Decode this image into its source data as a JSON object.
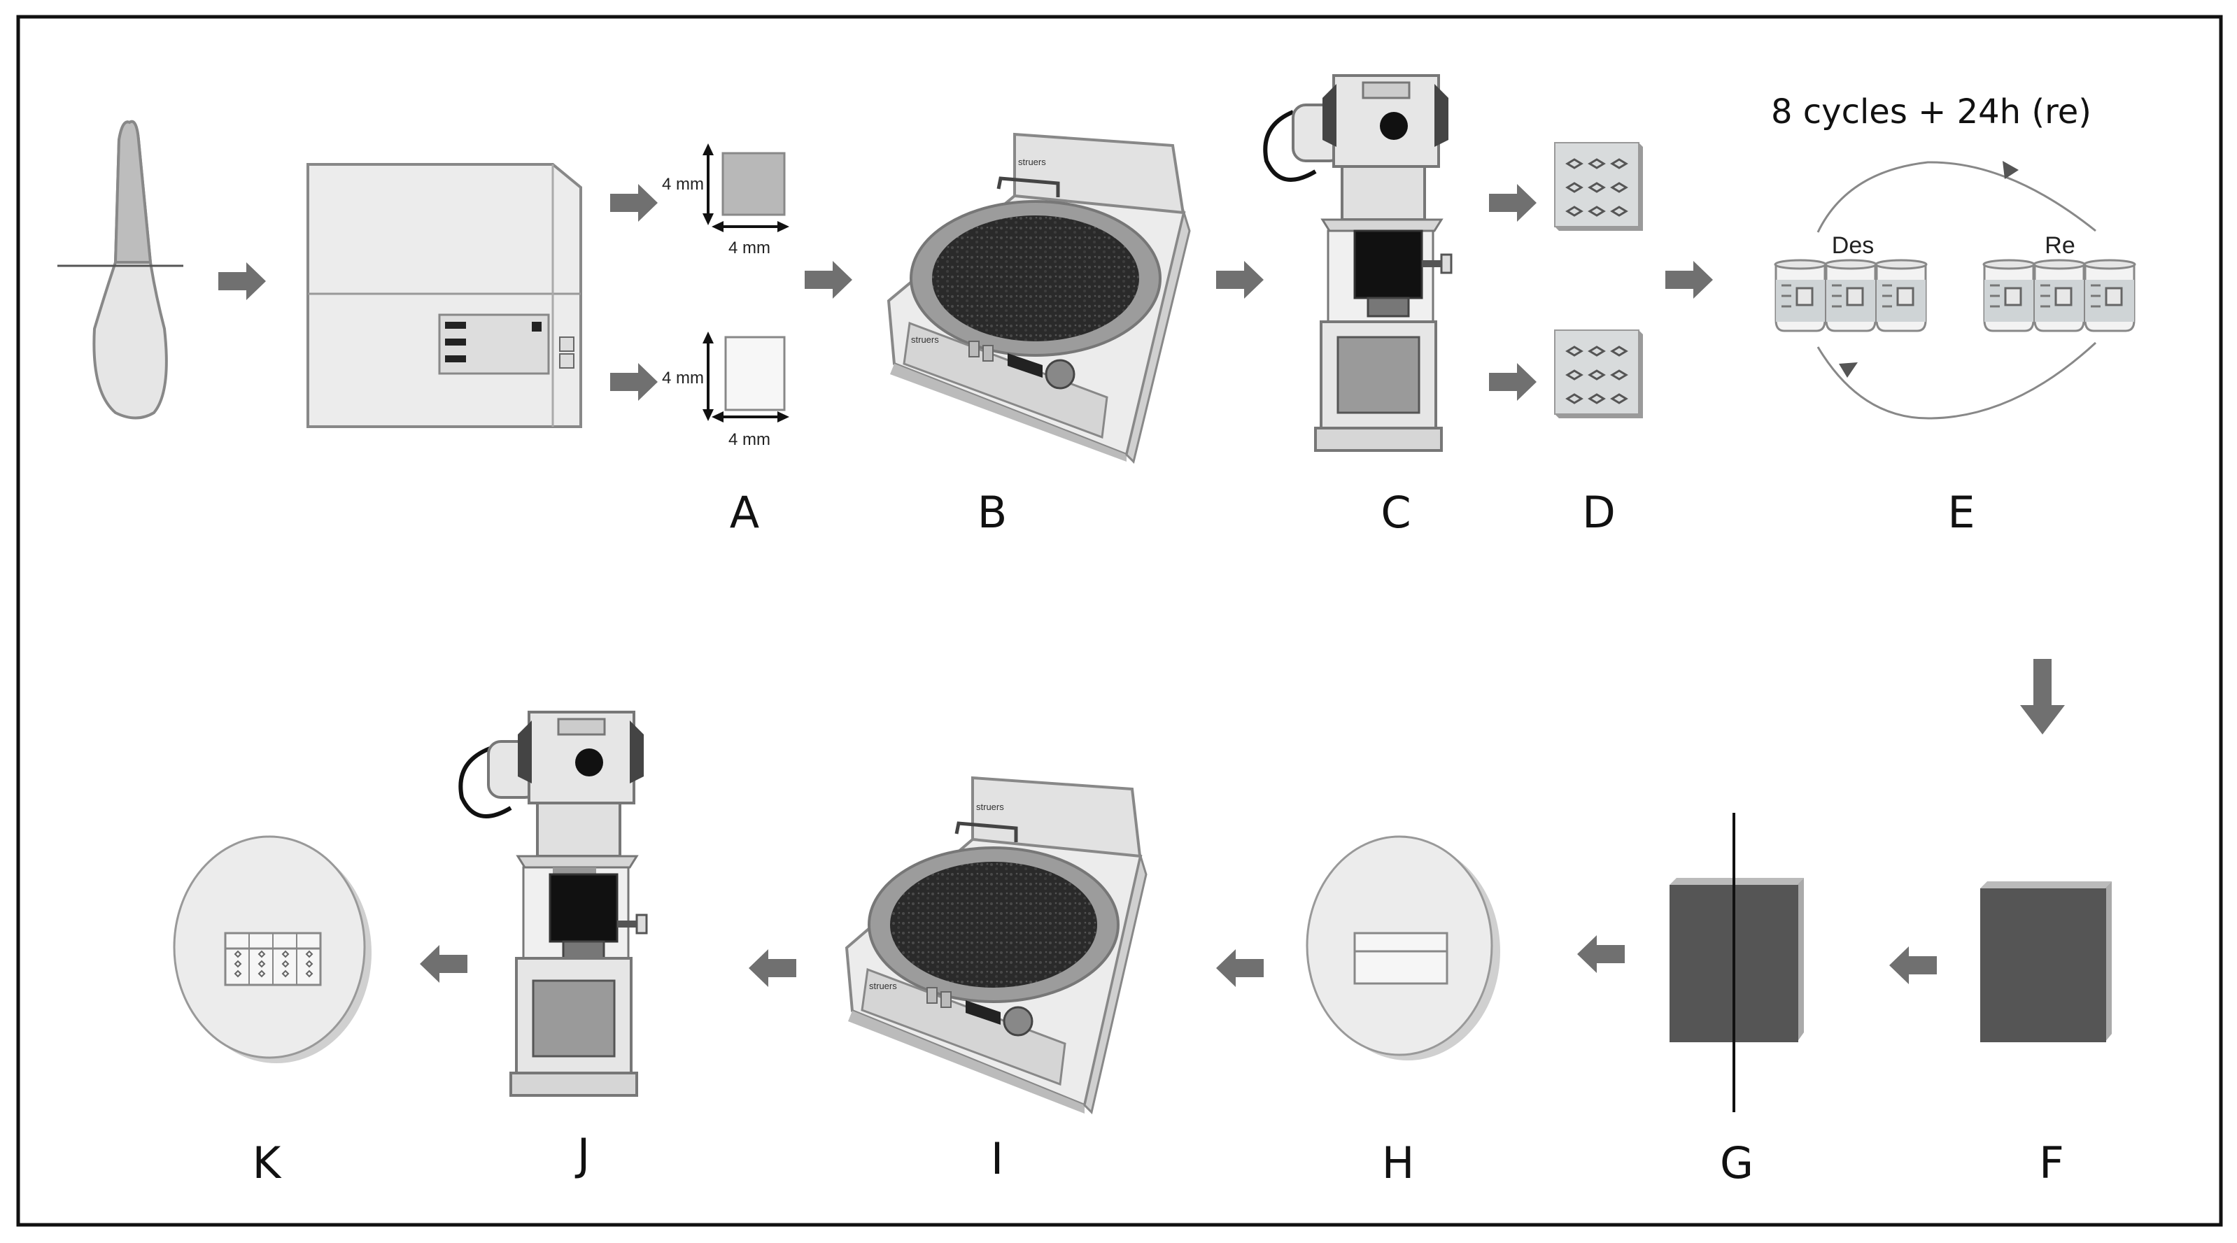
{
  "labels": {
    "A": "A",
    "B": "B",
    "C": "C",
    "D": "D",
    "E": "E",
    "F": "F",
    "G": "G",
    "H": "H",
    "I": "I",
    "J": "J",
    "K": "K"
  },
  "dimensions": {
    "side": "4 mm"
  },
  "cycling": {
    "title": "8 cycles + 24h (re)",
    "des": "Des",
    "re": "Re"
  },
  "machine_brand": "struers",
  "colors": {
    "frame": "#111111",
    "arrow": "#707070",
    "machine_body": "#e6e6e6",
    "dark_block": "#555555",
    "disc": "#2a2a2a"
  }
}
